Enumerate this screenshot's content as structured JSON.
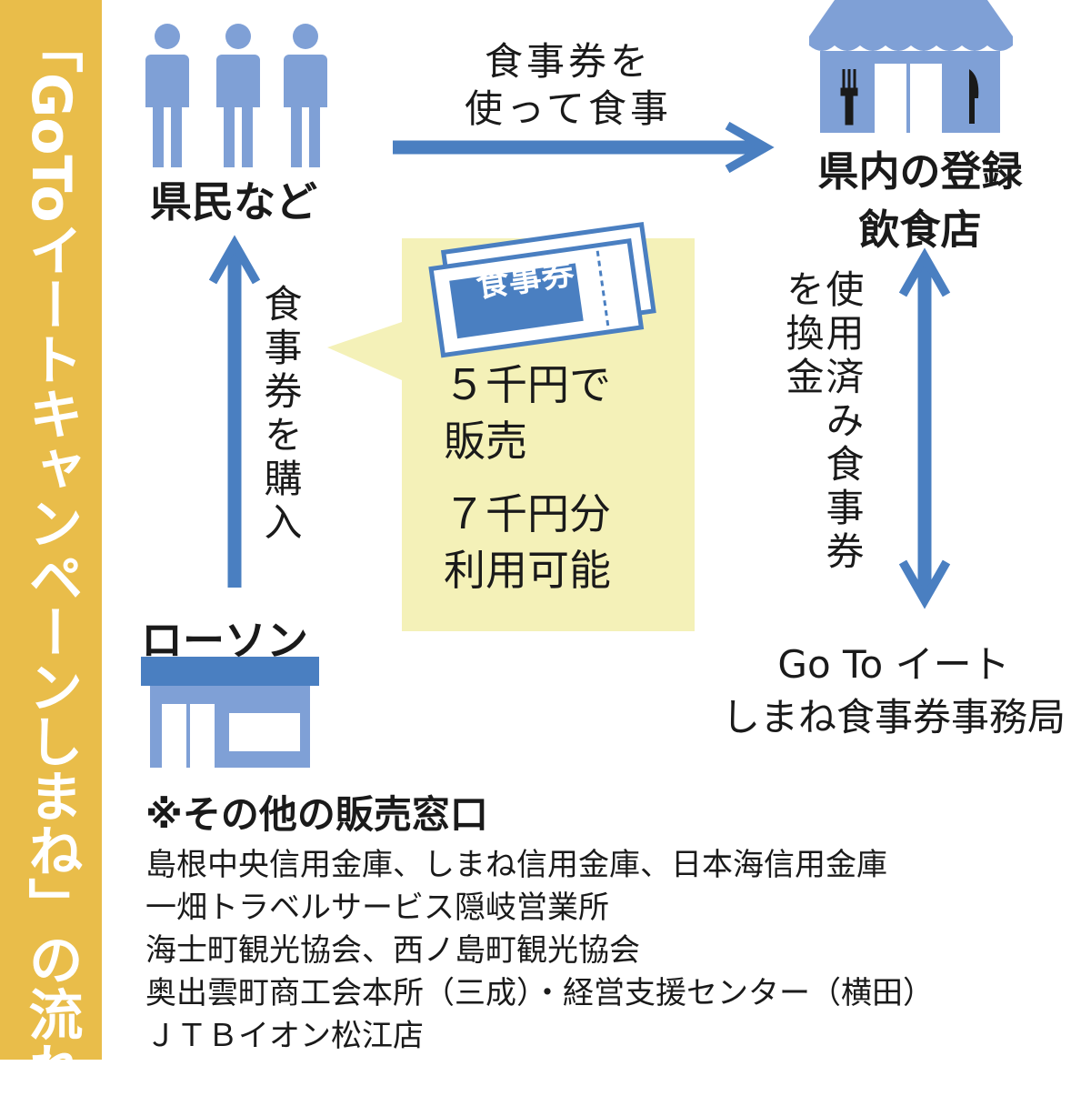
{
  "title": "「GoToイートキャンペーンしまね」の流れ",
  "nodes": {
    "residents": "県民など",
    "restaurant": "県内の登録\n飲食店",
    "lawson": "ローソン",
    "office": "Go To イート\nしまね食事券事務局"
  },
  "arrows": {
    "eat": "食事券を\n使って食事",
    "buy": "食事券を購入",
    "exchange_line1": "使用済み食事券",
    "exchange_line2": "を換金"
  },
  "callout": {
    "ticket": "食事券",
    "line1": "５千円で\n販売",
    "line2": "７千円分\n利用可能"
  },
  "other_outlets": {
    "heading": "※その他の販売窓口",
    "items": [
      "島根中央信用金庫、しまね信用金庫、日本海信用金庫",
      "一畑トラベルサービス隠岐営業所",
      "海士町観光協会、西ノ島町観光協会",
      "奥出雲町商工会本所（三成）・経営支援センター（横田）",
      "ＪＴＢイオン松江店"
    ]
  },
  "colors": {
    "band": "#e9bd4a",
    "arrow": "#4a7fc1",
    "icon": "#7fa0d6",
    "bubble": "#f4f1b8",
    "ticket": "#4a7fc1"
  }
}
